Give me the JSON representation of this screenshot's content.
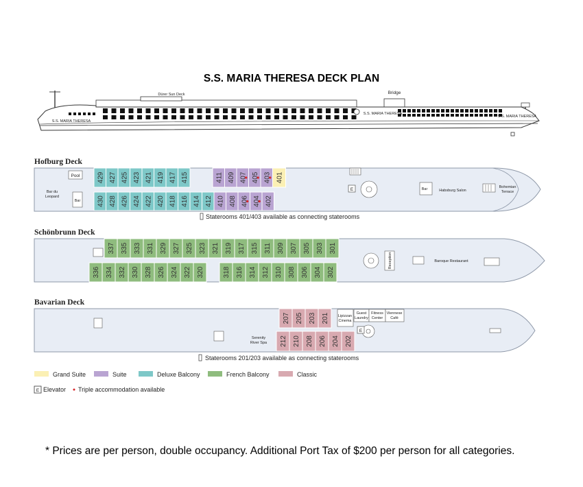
{
  "title": "S.S.  MARIA THERESA DECK PLAN",
  "ship_labels": {
    "sun_deck": "Dürer Sun Deck",
    "bridge": "Bridge",
    "hull_name_left": "S.S. MARIA THERESA",
    "hull_name_mid": "S.S. MARIA THERESA",
    "hull_name_right": "S.S. MARIA THERESA"
  },
  "colors": {
    "grand_suite": "#fbf0b4",
    "suite": "#b9a4d2",
    "deluxe_balcony": "#7ec8c8",
    "french_balcony": "#8fbc7e",
    "classic": "#d8a9b0",
    "deck_fill": "#e8edf5",
    "deck_stroke": "#8e98a8",
    "dot": "#d8262a"
  },
  "decks": {
    "hofburg": {
      "name": "Hofburg Deck",
      "top": [
        {
          "n": "429",
          "c": "deluxe_balcony"
        },
        {
          "n": "427",
          "c": "deluxe_balcony"
        },
        {
          "n": "425",
          "c": "deluxe_balcony"
        },
        {
          "n": "423",
          "c": "deluxe_balcony"
        },
        {
          "n": "421",
          "c": "deluxe_balcony"
        },
        {
          "n": "419",
          "c": "deluxe_balcony"
        },
        {
          "n": "417",
          "c": "deluxe_balcony"
        },
        {
          "n": "415",
          "c": "deluxe_balcony"
        },
        {
          "n": "411",
          "c": "suite"
        },
        {
          "n": "409",
          "c": "suite"
        },
        {
          "n": "407",
          "c": "suite",
          "dot": true
        },
        {
          "n": "405",
          "c": "suite",
          "dot": true
        },
        {
          "n": "403",
          "c": "suite",
          "dot": true
        },
        {
          "n": "401",
          "c": "grand_suite"
        }
      ],
      "bottom": [
        {
          "n": "430",
          "c": "deluxe_balcony"
        },
        {
          "n": "428",
          "c": "deluxe_balcony"
        },
        {
          "n": "426",
          "c": "deluxe_balcony"
        },
        {
          "n": "424",
          "c": "deluxe_balcony"
        },
        {
          "n": "422",
          "c": "deluxe_balcony"
        },
        {
          "n": "420",
          "c": "deluxe_balcony"
        },
        {
          "n": "418",
          "c": "deluxe_balcony"
        },
        {
          "n": "416",
          "c": "deluxe_balcony"
        },
        {
          "n": "414",
          "c": "deluxe_balcony"
        },
        {
          "n": "412",
          "c": "deluxe_balcony"
        },
        {
          "n": "410",
          "c": "suite"
        },
        {
          "n": "408",
          "c": "suite"
        },
        {
          "n": "406",
          "c": "suite",
          "dot": true
        },
        {
          "n": "404",
          "c": "suite",
          "dot": true
        },
        {
          "n": "402",
          "c": "suite"
        }
      ],
      "labels": {
        "pool": "Pool",
        "bar_left": "Bar",
        "bar_du": "Bar du",
        "leopard": "Leopard",
        "bar_mid": "Bar",
        "salon": "Habsburg Salon",
        "bohemian": "Bohemian",
        "terrace": "Terrace",
        "elevator": "E"
      },
      "note": "Staterooms 401/403 available as connecting staterooms"
    },
    "schonbrunn": {
      "name": "Schönbrunn Deck",
      "top": [
        "337",
        "335",
        "333",
        "331",
        "329",
        "327",
        "325",
        "323",
        "321",
        "319",
        "317",
        "315",
        "311",
        "309",
        "307",
        "305",
        "303",
        "301"
      ],
      "bottom": [
        "336",
        "334",
        "332",
        "330",
        "328",
        "326",
        "324",
        "322",
        "320",
        "",
        "318",
        "316",
        "314",
        "312",
        "310",
        "308",
        "306",
        "304",
        "302"
      ],
      "labels": {
        "reception": "Reception",
        "restaurant": "Baroque Restaurant"
      }
    },
    "bavarian": {
      "name": "Bavarian Deck",
      "top": [
        "207",
        "205",
        "203",
        "201"
      ],
      "bottom": [
        "212",
        "210",
        "208",
        "206",
        "204",
        "202"
      ],
      "labels": {
        "lipizzan": "Lipizzan",
        "cinema": "Cinema",
        "guest": "Guest",
        "laundry": "Laundry",
        "fitness": "Fitness",
        "center": "Center",
        "viennese": "Viennese",
        "cafe": "Café",
        "serenity": "Serenity",
        "river_spa": "River Spa",
        "elevator": "E"
      },
      "note": "Staterooms 201/203 available as connecting staterooms"
    }
  },
  "legend": [
    {
      "label": "Grand Suite",
      "c": "grand_suite"
    },
    {
      "label": "Suite",
      "c": "suite"
    },
    {
      "label": "Deluxe Balcony",
      "c": "deluxe_balcony"
    },
    {
      "label": "French Balcony",
      "c": "french_balcony"
    },
    {
      "label": "Classic",
      "c": "classic"
    }
  ],
  "legend2": {
    "elevator_key": "E",
    "elevator": "Elevator",
    "triple": "Triple accommodation available"
  },
  "footnote": "* Prices are per person, double occupancy. Additional Port Tax of $200 per person for all categories."
}
